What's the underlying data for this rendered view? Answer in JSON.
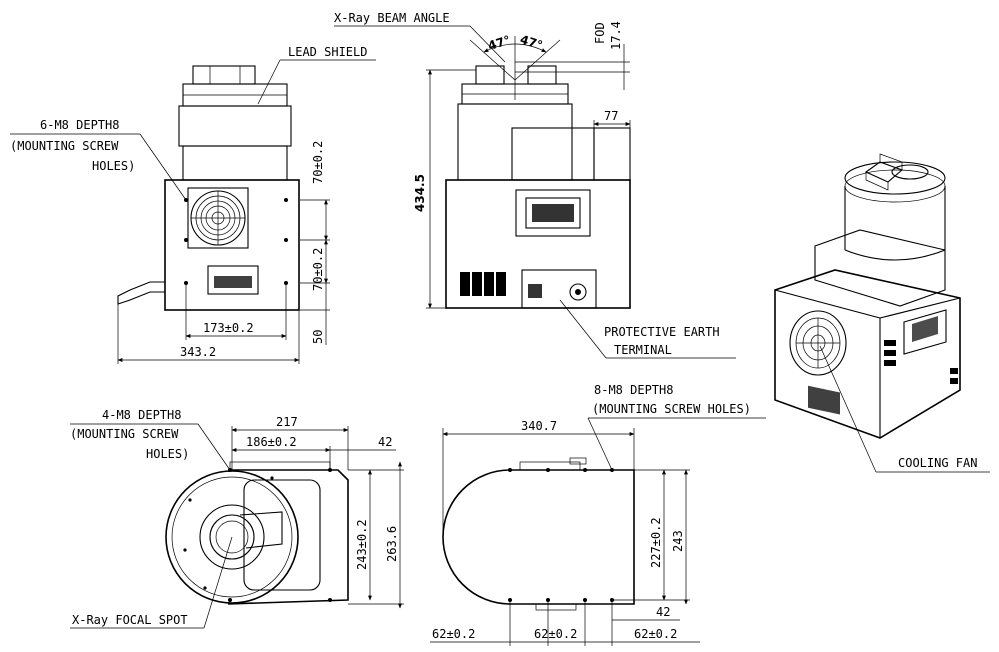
{
  "labels": {
    "lead_shield": "LEAD SHIELD",
    "front_holes_l1": "6-M8 DEPTH8",
    "front_holes_l2": "(MOUNTING SCREW",
    "front_holes_l3": "HOLES)",
    "beam_angle": "X-Ray BEAM ANGLE",
    "angle_left": "47°",
    "angle_right": "47°",
    "fod": "FOD",
    "protective_earth_l1": "PROTECTIVE EARTH",
    "protective_earth_l2": "TERMINAL",
    "bottom_holes_l1": "4-M8 DEPTH8",
    "bottom_holes_l2": "(MOUNTING SCREW",
    "bottom_holes_l3": "HOLES)",
    "focal_spot": "X-Ray FOCAL SPOT",
    "top_holes_l1": "8-M8 DEPTH8",
    "top_holes_l2": "(MOUNTING SCREW HOLES)",
    "cooling_fan": "COOLING FAN"
  },
  "dimensions": {
    "front_spacing_v1": "70±0.2",
    "front_spacing_v2": "70±0.2",
    "front_bottom_offset": "50",
    "front_hole_width": "173±0.2",
    "front_total_width": "343.2",
    "fod_value": "17.4",
    "side_height": "434.5",
    "side_depth": "77",
    "bottom_width": "217",
    "bottom_hole_width": "186±0.2",
    "bottom_offset": "42",
    "bottom_hole_height": "243±0.2",
    "bottom_total_height": "263.6",
    "top_total_width": "340.7",
    "top_hole_height": "227±0.2",
    "top_total_height": "243",
    "top_offset": "42",
    "top_pitch_1": "62±0.2",
    "top_pitch_2": "62±0.2",
    "top_pitch_3": "62±0.2"
  }
}
